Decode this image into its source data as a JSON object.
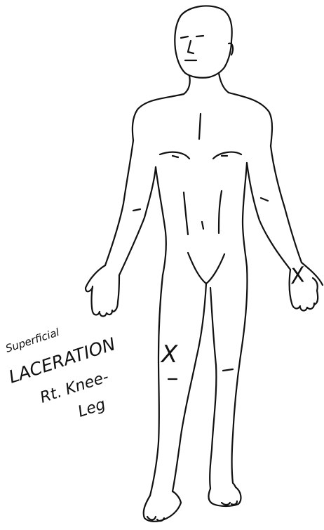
{
  "figure": {
    "subject": "front-view-body-outline",
    "ink_color": "#111111",
    "paper_color": "#ffffff"
  },
  "annotation": {
    "line1": "Superficial",
    "line2": "LACERATION",
    "line3": "Rt. Knee-",
    "line4": "Leg"
  },
  "marks": [
    {
      "symbol": "X",
      "location": "right knee"
    },
    {
      "symbol": "X",
      "location": "left wrist"
    }
  ]
}
